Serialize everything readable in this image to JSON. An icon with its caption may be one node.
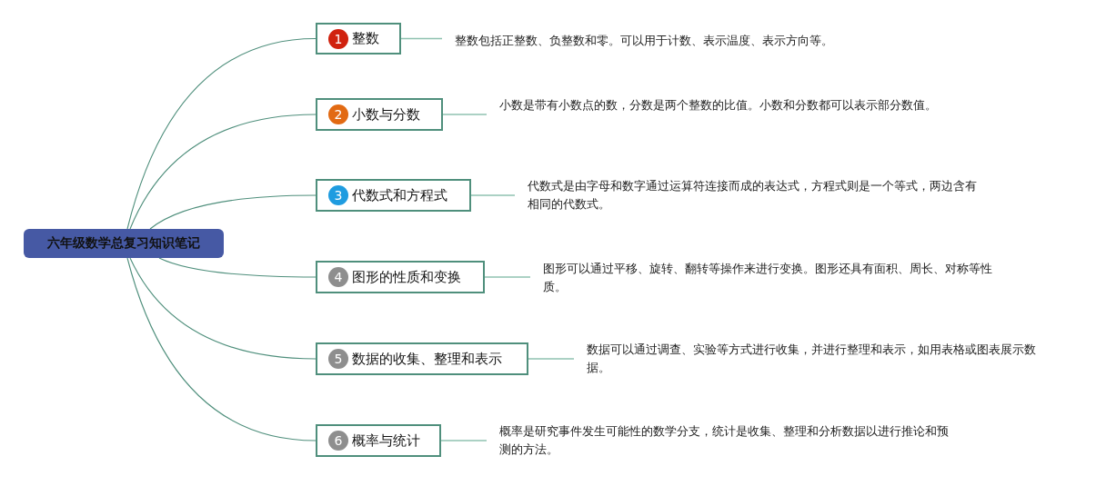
{
  "diagram": {
    "nodes": [
      {
        "text": [
          "六年级数学总复习知识笔记"
        ]
      },
      {
        "text": [
          "1",
          "整数"
        ]
      },
      {
        "text": [
          "2",
          "小数与分数"
        ]
      },
      {
        "text": [
          "3",
          "代数式和方程式"
        ]
      },
      {
        "text": [
          "4",
          "图形的性质和变换"
        ]
      },
      {
        "text": [
          "5",
          "数据的收集、整理和表示"
        ]
      },
      {
        "text": [
          "6",
          "概率与统计"
        ]
      },
      {
        "text": [
          "整数包括正整数、负整数和零。可以用于计数、表示温度、表示方向等。"
        ]
      },
      {
        "text": [
          "小数是带有小数点的数，分数是两个整数的比值。小数和分数都可以表示部分数值。"
        ]
      },
      {
        "text": [
          "代数式是由字母和数字通过运算符连接而成的表达式，方程式则是一个等式，两边含有相同的代数式。"
        ]
      },
      {
        "text": [
          "图形可以通过平移、旋转、翻转等操作来进行变换。图形还具有面积、周长、对称等性质。"
        ]
      },
      {
        "text": [
          "数据可以通过调查、实验等方式进行收集，并进行整理和表示，如用表格或图表展示数据。"
        ]
      },
      {
        "text": [
          "概率是研究事件发生可能性的数学分支，统计是收集、整理和分析数据以进行推论和预测的方法。"
        ]
      }
    ],
    "edges": [
      {
        "from": 0,
        "to": 1,
        "arrow": "none"
      },
      {
        "from": 0,
        "to": 2,
        "arrow": "none"
      },
      {
        "from": 0,
        "to": 3,
        "arrow": "none"
      },
      {
        "from": 0,
        "to": 4,
        "arrow": "none"
      },
      {
        "from": 0,
        "to": 5,
        "arrow": "none"
      },
      {
        "from": 0,
        "to": 6,
        "arrow": "none"
      },
      {
        "from": 1,
        "to": 7,
        "arrow": "none"
      },
      {
        "from": 2,
        "to": 8,
        "arrow": "none"
      },
      {
        "from": 3,
        "to": 9,
        "arrow": "none"
      },
      {
        "from": 4,
        "to": 10,
        "arrow": "none"
      },
      {
        "from": 5,
        "to": 11,
        "arrow": "none"
      },
      {
        "from": 6,
        "to": 12,
        "arrow": "none"
      }
    ]
  }
}
